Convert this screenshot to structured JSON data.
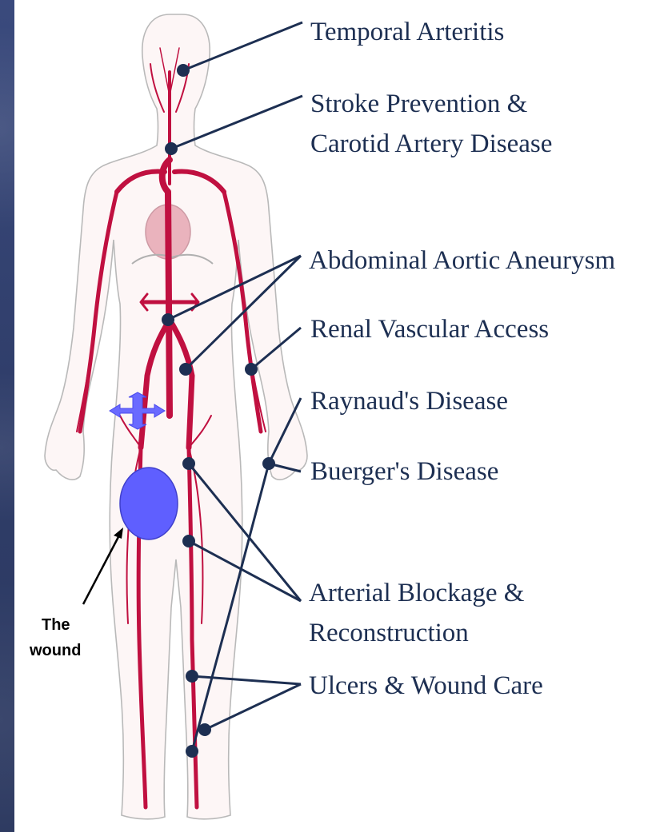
{
  "labels": {
    "temporal": "Temporal Arteritis",
    "stroke_line1": "Stroke Prevention &",
    "stroke_line2": "Carotid Artery Disease",
    "abdominal": "Abdominal Aortic Aneurysm",
    "renal": "Renal Vascular Access",
    "raynaud": "Raynaud's Disease",
    "buerger": "Buerger's Disease",
    "arterial_line1": "Arterial Blockage &",
    "arterial_line2": "Reconstruction",
    "ulcers": "Ulcers & Wound Care"
  },
  "annotation": {
    "line1": "The",
    "line2": "wound"
  },
  "colors": {
    "background": "#31406d",
    "panel": "#ffffff",
    "label_text": "#1d2f52",
    "leader_line": "#1d2f52",
    "artery": "#c01040",
    "body_outline": "#b9b9b9",
    "wound_marker": "#5f5fff",
    "arrow_icon": "#6a6aff"
  }
}
